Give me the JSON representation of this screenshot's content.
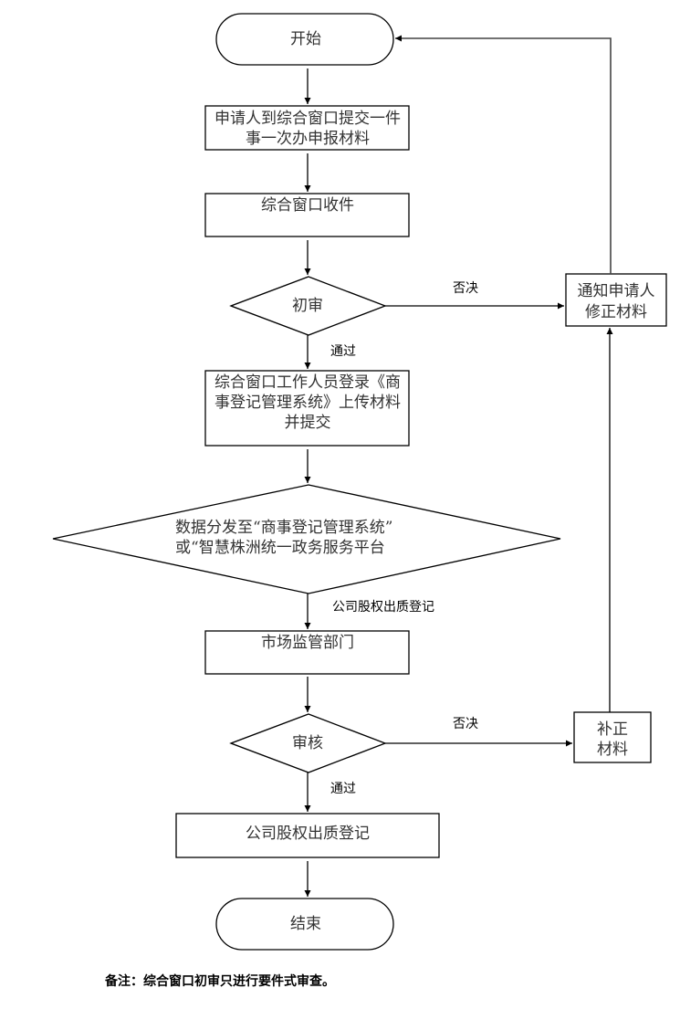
{
  "nodes": {
    "start": {
      "lines": [
        "开始"
      ]
    },
    "submit": {
      "lines": [
        "申请人到综合窗口提交一件",
        "事一次办申报材料"
      ]
    },
    "receive": {
      "lines": [
        "综合窗口收件"
      ]
    },
    "prelim_review": {
      "lines": [
        "初审"
      ]
    },
    "upload": {
      "lines": [
        "综合窗口工作人员登录《商",
        "事登记管理系统》上传材料",
        "并提交"
      ]
    },
    "distribute": {
      "lines": [
        "数据分发至“商事登记管理系统”",
        "或“智慧株洲统一政务服务平台"
      ]
    },
    "market_dept": {
      "lines": [
        "市场监管部门"
      ]
    },
    "audit": {
      "lines": [
        "审核"
      ]
    },
    "registration": {
      "lines": [
        "公司股权出质登记"
      ]
    },
    "end": {
      "lines": [
        "结束"
      ]
    },
    "notify": {
      "lines": [
        "通知申请人",
        "修正材料"
      ]
    },
    "supplement": {
      "lines": [
        "补正",
        "材料"
      ]
    }
  },
  "edges": {
    "prelim_reject": "否决",
    "prelim_pass": "通过",
    "distribute_label": "公司股权出质登记",
    "audit_reject": "否决",
    "audit_pass": "通过"
  },
  "note": "备注：综合窗口初审只进行要件式审查。"
}
